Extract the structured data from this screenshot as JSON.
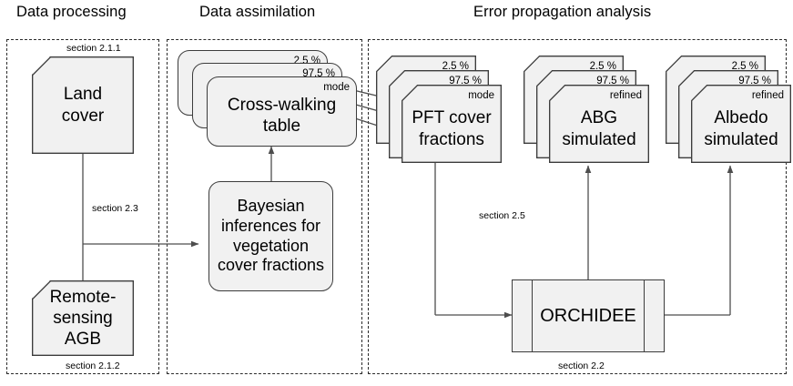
{
  "panels": [
    {
      "title": "Data processing",
      "section_top": "section 2.1.1",
      "section_bottom": "section 2.1.2"
    },
    {
      "title": "Data assimilation",
      "section_top": "",
      "section_bottom": ""
    },
    {
      "title": "Error propagation analysis",
      "section_top": "",
      "section_bottom": "section 2.2"
    }
  ],
  "labels": {
    "section_2_3": "section 2.3",
    "section_2_5": "section 2.5"
  },
  "nodes": {
    "land_cover": {
      "text": "Land\ncover"
    },
    "remote_agb": {
      "text": "Remote-\nsensing\nAGB"
    },
    "crosswalk": {
      "text": "Cross-walking\ntable",
      "tags": [
        "2.5 %",
        "97.5 %",
        "mode"
      ]
    },
    "bayesian": {
      "text": "Bayesian\ninferences for\nvegetation\ncover fractions"
    },
    "pft": {
      "text": "PFT cover\nfractions",
      "tags": [
        "2.5 %",
        "97.5 %",
        "mode"
      ]
    },
    "abg": {
      "text": "ABG\nsimulated",
      "tags": [
        "2.5 %",
        "97.5 %",
        "refined"
      ]
    },
    "albedo": {
      "text": "Albedo\nsimulated",
      "tags": [
        "2.5 %",
        "97.5 %",
        "refined"
      ]
    },
    "orchidee": {
      "text": "ORCHIDEE"
    }
  },
  "colors": {
    "node_fill": "#f1f1f1",
    "node_stroke": "#3c3c3c",
    "panel_stroke": "#2b2b2b",
    "wire": "#4d4d4d",
    "text": "#000000"
  }
}
